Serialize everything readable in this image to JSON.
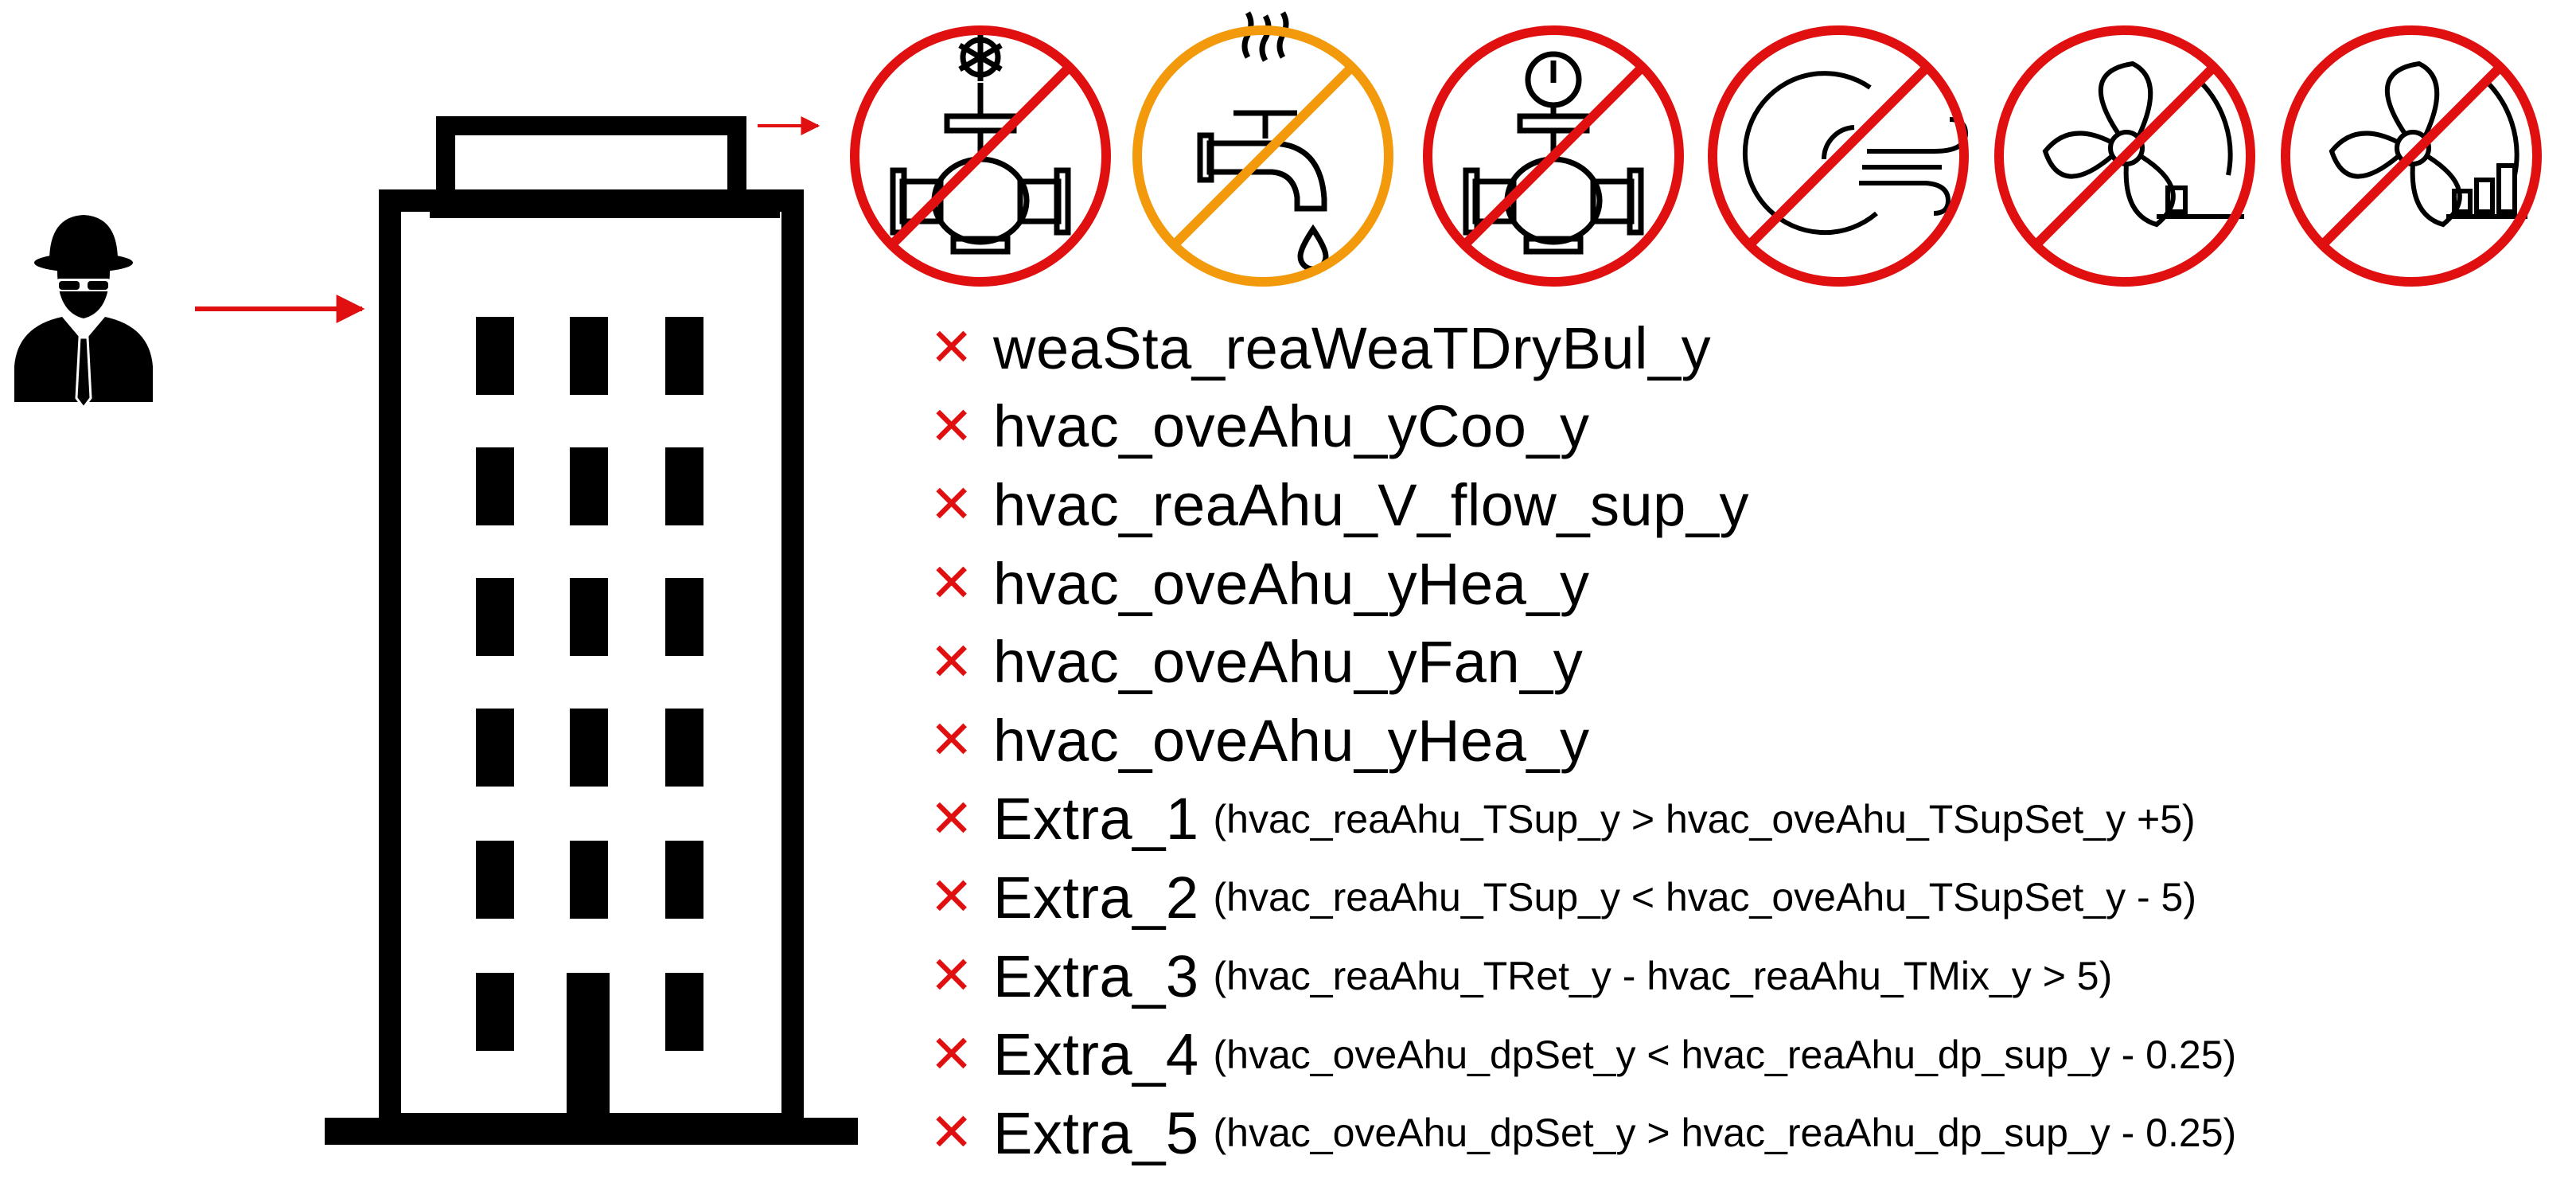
{
  "colors": {
    "prohibit_red": "#e01010",
    "prohibit_orange": "#f29a0c",
    "arrow_red": "#e01010",
    "ink": "#000000"
  },
  "figure": {
    "attacker_icon": "spy-attacker-icon",
    "target_icon": "building-icon",
    "disabled_component_icons": [
      {
        "icon": "cooling-valve-icon",
        "ring": "red"
      },
      {
        "icon": "hot-water-tap-icon",
        "ring": "orange"
      },
      {
        "icon": "gauge-valve-icon",
        "ring": "red"
      },
      {
        "icon": "airflow-icon",
        "ring": "red"
      },
      {
        "icon": "fan-low-speed-icon",
        "ring": "red"
      },
      {
        "icon": "fan-speed-levels-icon",
        "ring": "red"
      }
    ]
  },
  "points": [
    {
      "name": "weaSta_reaWeaTDryBul_y",
      "condition": ""
    },
    {
      "name": "hvac_oveAhu_yCoo_y",
      "condition": ""
    },
    {
      "name": "hvac_reaAhu_V_flow_sup_y",
      "condition": ""
    },
    {
      "name": "hvac_oveAhu_yHea_y",
      "condition": ""
    },
    {
      "name": "hvac_oveAhu_yFan_y",
      "condition": ""
    },
    {
      "name": "hvac_oveAhu_yHea_y",
      "condition": ""
    },
    {
      "name": "Extra_1",
      "condition": "(hvac_reaAhu_TSup_y > hvac_oveAhu_TSupSet_y +5)"
    },
    {
      "name": "Extra_2",
      "condition": "(hvac_reaAhu_TSup_y < hvac_oveAhu_TSupSet_y - 5)"
    },
    {
      "name": "Extra_3",
      "condition": "(hvac_reaAhu_TRet_y - hvac_reaAhu_TMix_y > 5)"
    },
    {
      "name": "Extra_4",
      "condition": "(hvac_oveAhu_dpSet_y < hvac_reaAhu_dp_sup_y - 0.25)"
    },
    {
      "name": "Extra_5",
      "condition": "(hvac_oveAhu_dpSet_y > hvac_reaAhu_dp_sup_y - 0.25)"
    }
  ],
  "mark_glyph": "✕"
}
